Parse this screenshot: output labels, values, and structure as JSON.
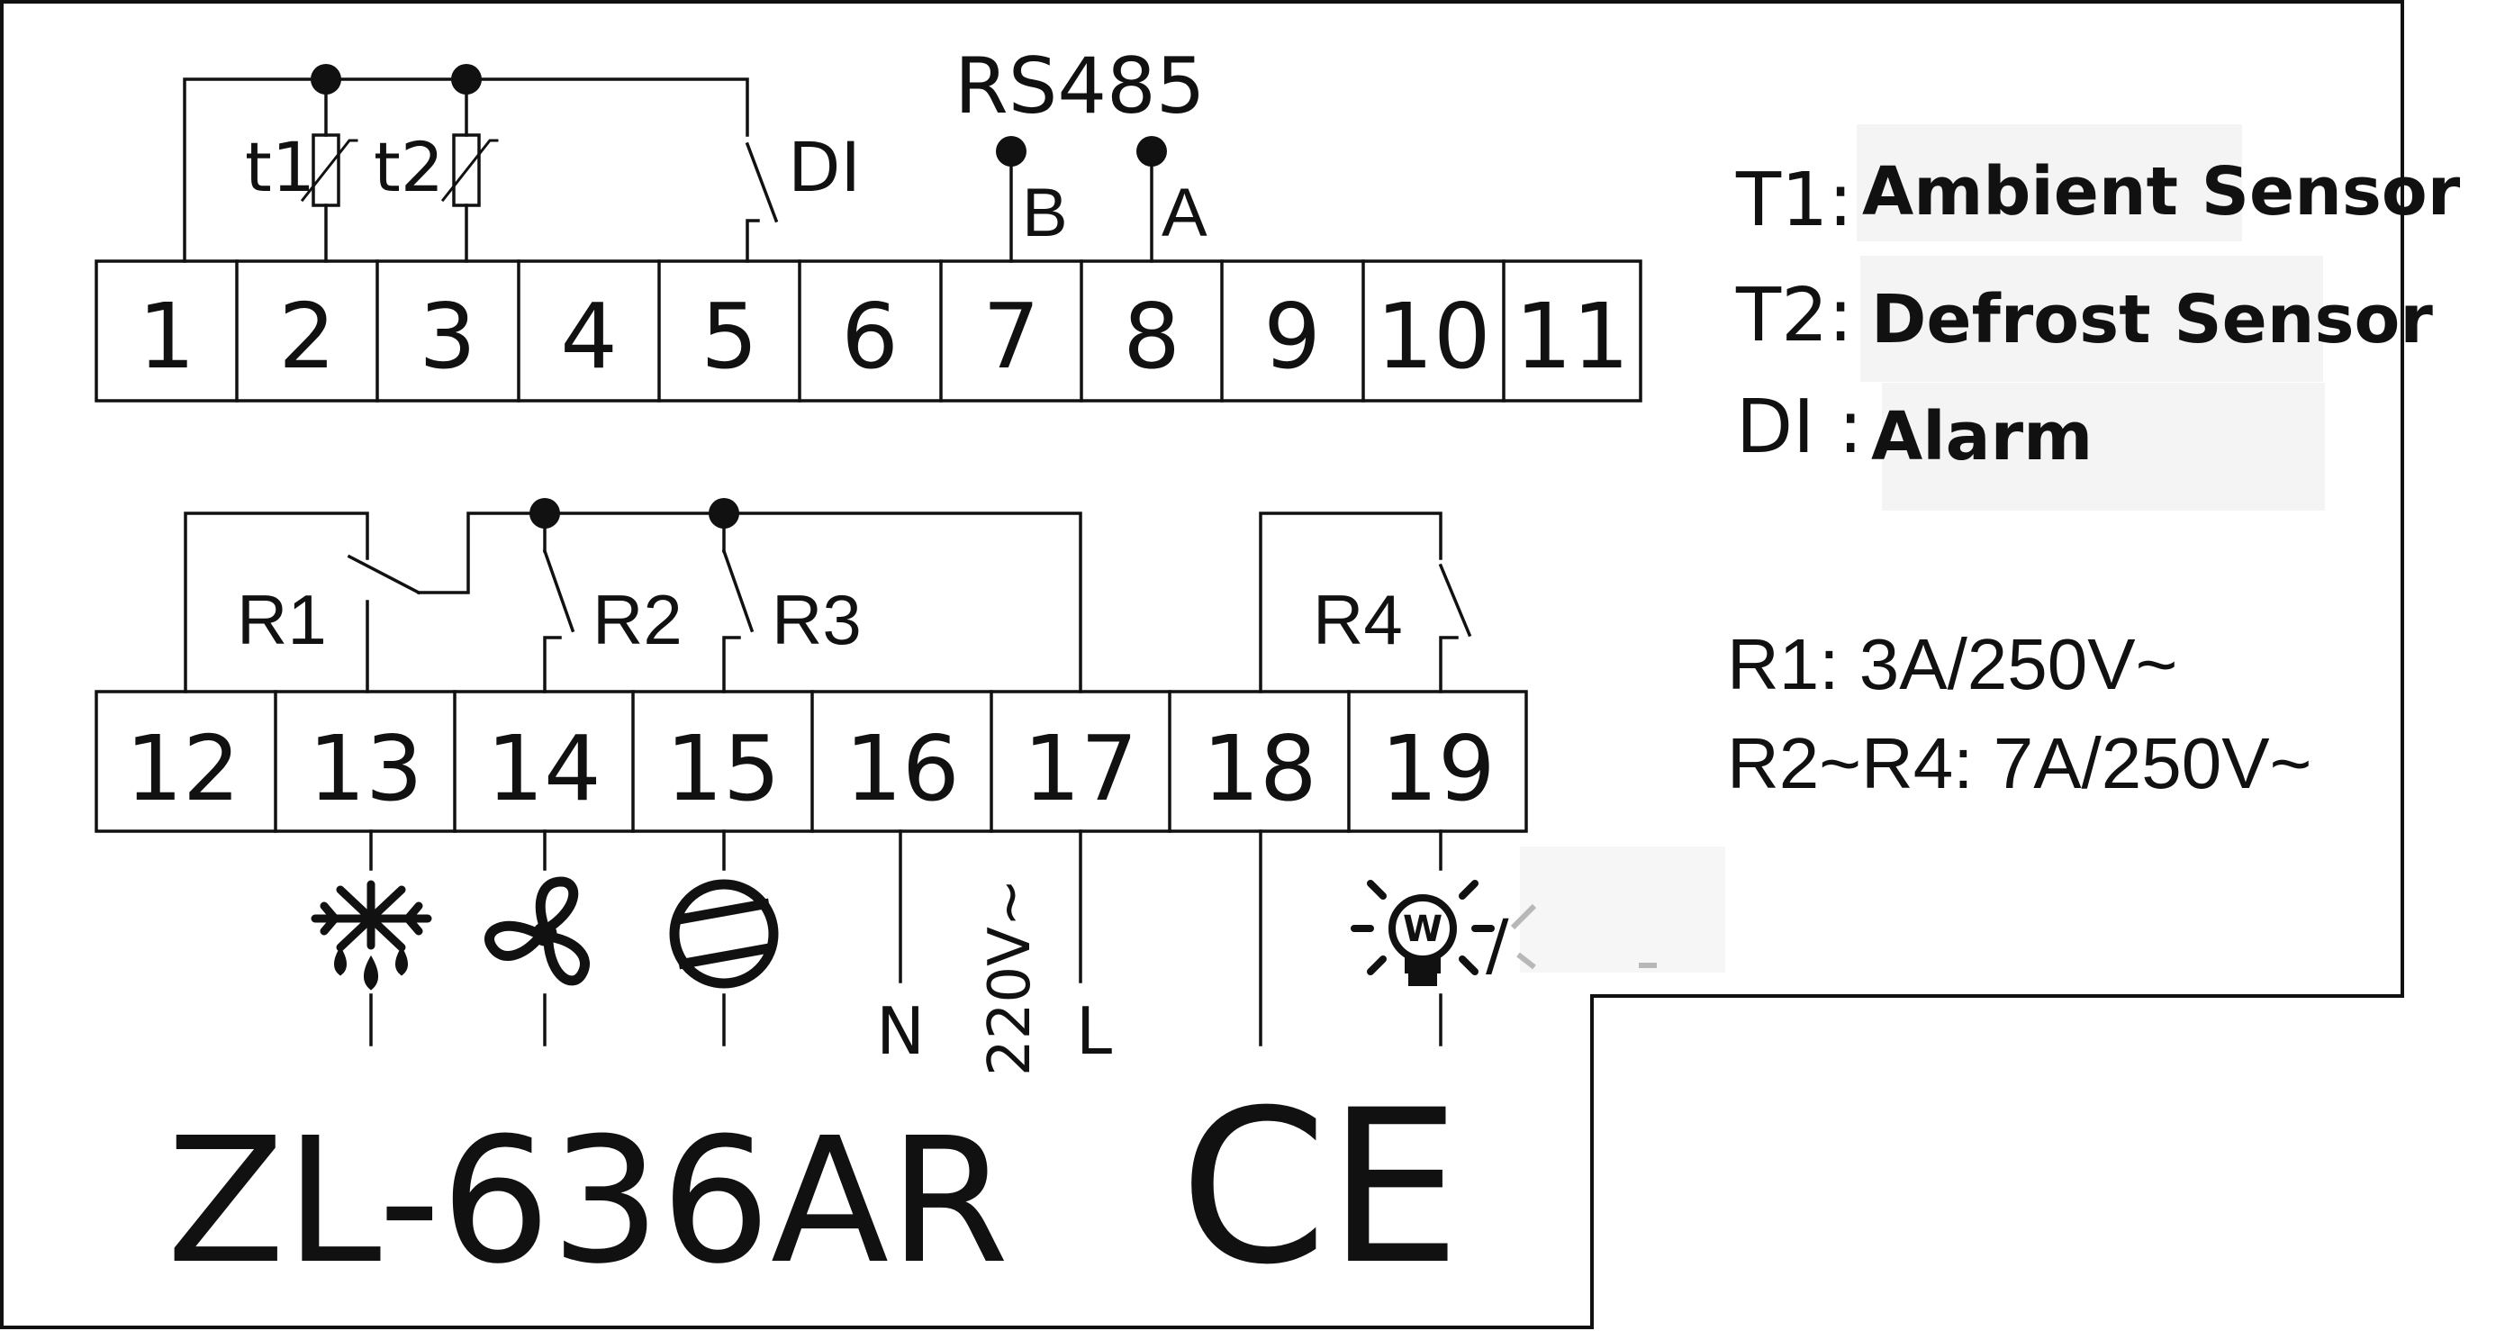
{
  "rs485": {
    "title": "RS485",
    "b": "B",
    "a": "A"
  },
  "sensors": {
    "t1": "t1",
    "t2": "t2",
    "di": "DI"
  },
  "top_terminals": [
    "1",
    "2",
    "3",
    "4",
    "5",
    "6",
    "7",
    "8",
    "9",
    "10",
    "11"
  ],
  "bottom_terminals": [
    "12",
    "13",
    "14",
    "15",
    "16",
    "17",
    "18",
    "19"
  ],
  "relays": {
    "r1": "R1",
    "r2": "R2",
    "r3": "R3",
    "r4": "R4"
  },
  "power": {
    "n": "N",
    "voltage": "220V~",
    "l": "L"
  },
  "lamp_suffix": "/",
  "lamp_badge": "W",
  "legend": {
    "t1_code": "T1:",
    "t1_text": "Ambient Sensor",
    "t2_code": "T2:",
    "t2_text": "Defrost Sensor",
    "di_code": "DI :",
    "di_text": "Alarm"
  },
  "ratings": {
    "r1": "R1: 3A/250V~",
    "r2_r4": "R2~R4: 7A/250V~"
  },
  "model": "ZL-636AR",
  "mark": "CE"
}
